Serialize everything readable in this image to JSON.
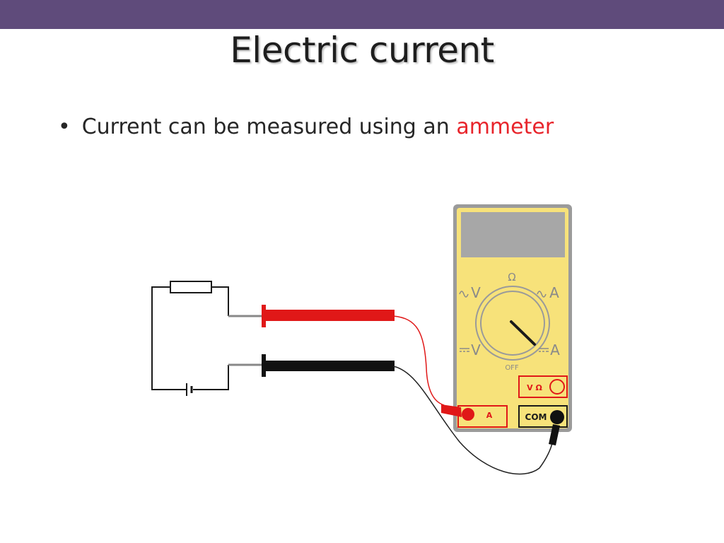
{
  "slide": {
    "title": "Electric current",
    "bullet": {
      "symbol": "•",
      "text": "Current can be measured using an ",
      "highlight": "ammeter"
    }
  },
  "multimeter": {
    "dial_labels": {
      "top": "Ω",
      "upper_left": "V",
      "upper_right": "A",
      "lower_left": "V",
      "lower_right": "A",
      "bottom": "OFF"
    },
    "ports": {
      "voltage_ohm": "V Ω",
      "amps": "A",
      "common": "COM"
    }
  },
  "colors": {
    "header_bar": "#5f4b7b",
    "highlight_text": "#e8242b",
    "multimeter_body": "#f7e27a",
    "red_probe": "#e01818",
    "black_probe": "#111111"
  }
}
